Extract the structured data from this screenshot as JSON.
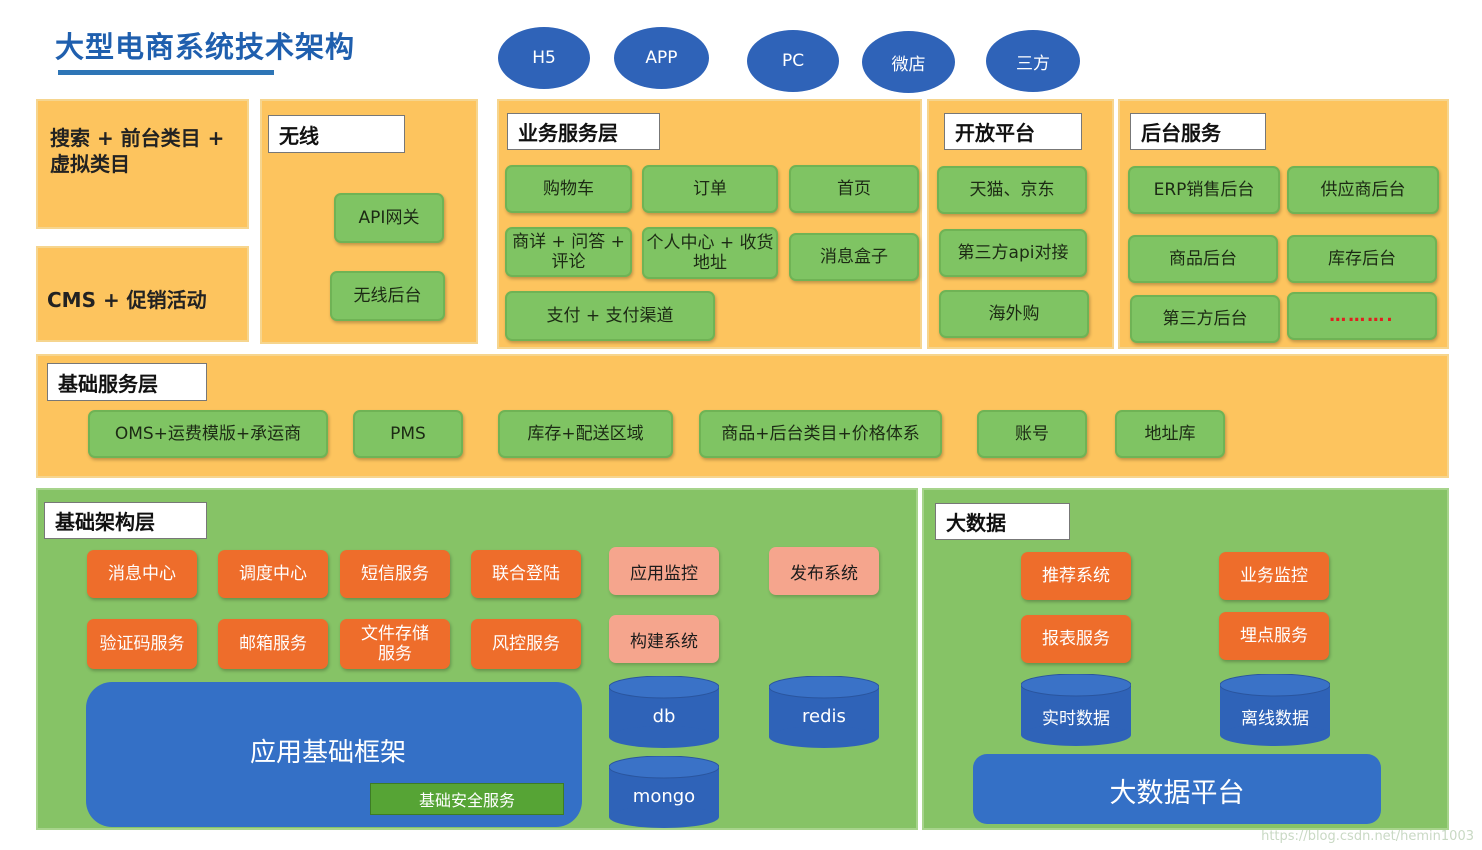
{
  "title": "大型电商系统技术架构",
  "clients": [
    "H5",
    "APP",
    "PC",
    "微店",
    "三方"
  ],
  "left": {
    "search": "搜索 + 前台类目 + 虚拟类目",
    "cms": "CMS + 促销活动"
  },
  "wireless": {
    "tag": "无线",
    "items": [
      "API网关",
      "无线后台"
    ]
  },
  "business": {
    "tag": "业务服务层",
    "items": [
      "购物车",
      "订单",
      "首页",
      "商详 + 问答 + 评论",
      "个人中心 + 收货地址",
      "消息盒子",
      "支付 + 支付渠道"
    ]
  },
  "open": {
    "tag": "开放平台",
    "items": [
      "天猫、京东",
      "第三方api对接",
      "海外购"
    ]
  },
  "backend": {
    "tag": "后台服务",
    "items": [
      "ERP销售后台",
      "供应商后台",
      "商品后台",
      "库存后台",
      "第三方后台",
      "………."
    ]
  },
  "base_service": {
    "tag": "基础服务层",
    "items": [
      "OMS+运费模版+承运商",
      "PMS",
      "库存+配送区域",
      "商品+后台类目+价格体系",
      "账号",
      "地址库"
    ]
  },
  "infra": {
    "tag": "基础架构层",
    "orange": [
      "消息中心",
      "调度中心",
      "短信服务",
      "联合登陆",
      "验证码服务",
      "邮箱服务",
      "文件存储服务",
      "风控服务"
    ],
    "pink": [
      "应用监控",
      "发布系统",
      "构建系统"
    ],
    "framework": "应用基础框架",
    "security": "基础安全服务",
    "db": [
      "db",
      "redis",
      "mongo"
    ]
  },
  "bigdata": {
    "tag": "大数据",
    "orange": [
      "推荐系统",
      "业务监控",
      "报表服务",
      "埋点服务"
    ],
    "data": [
      "实时数据",
      "离线数据"
    ],
    "platform": "大数据平台"
  },
  "watermark": "https://blog.csdn.net/hemin1003",
  "colors": {
    "title": "#1f5fae",
    "ellipse": "#2f63b8",
    "yellow": "#fdc45e",
    "green_panel": "#86c366",
    "green_btn": "#7fc463",
    "orange": "#ee6d2b",
    "pink": "#f5a58d",
    "blue": "#3470c6"
  }
}
